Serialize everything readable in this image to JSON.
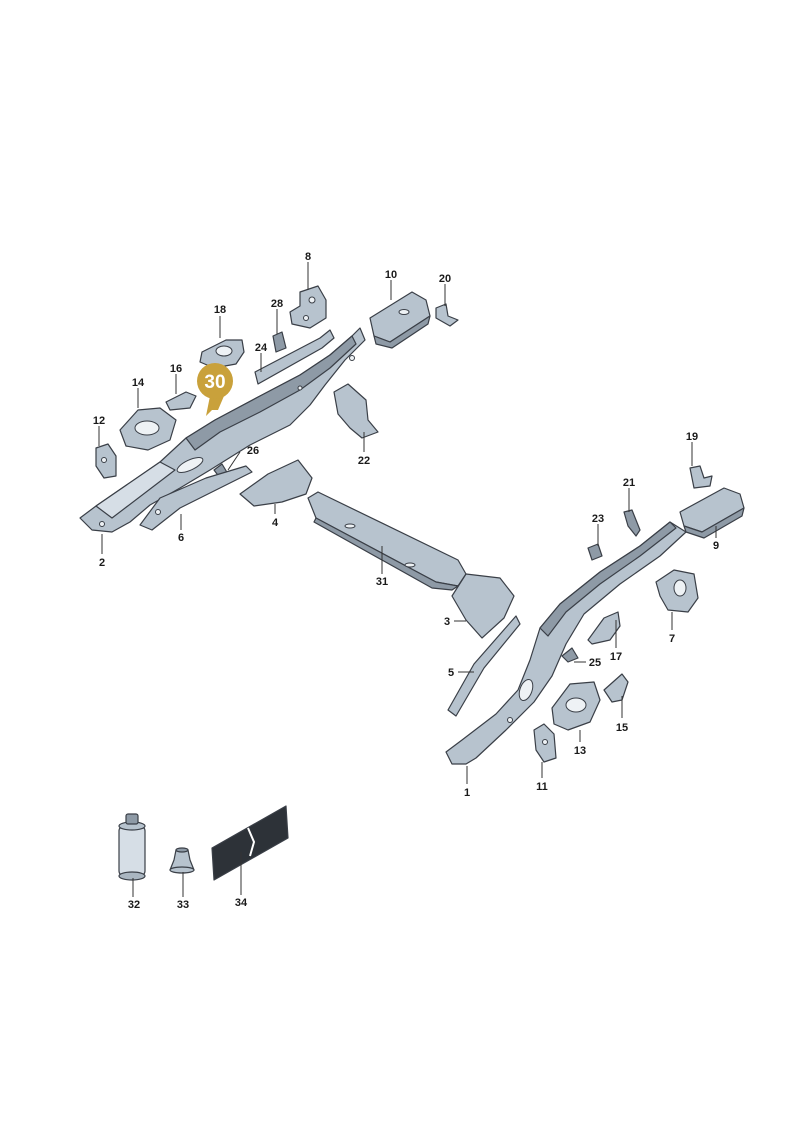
{
  "highlight": {
    "label": "30",
    "color": "#c9a13b"
  },
  "callouts": [
    {
      "key": "c1",
      "label": "1"
    },
    {
      "key": "c2",
      "label": "2"
    },
    {
      "key": "c3",
      "label": "3"
    },
    {
      "key": "c4",
      "label": "4"
    },
    {
      "key": "c5",
      "label": "5"
    },
    {
      "key": "c6",
      "label": "6"
    },
    {
      "key": "c7",
      "label": "7"
    },
    {
      "key": "c8",
      "label": "8"
    },
    {
      "key": "c9",
      "label": "9"
    },
    {
      "key": "c10",
      "label": "10"
    },
    {
      "key": "c11",
      "label": "11"
    },
    {
      "key": "c12",
      "label": "12"
    },
    {
      "key": "c13",
      "label": "13"
    },
    {
      "key": "c14",
      "label": "14"
    },
    {
      "key": "c15",
      "label": "15"
    },
    {
      "key": "c16",
      "label": "16"
    },
    {
      "key": "c17",
      "label": "17"
    },
    {
      "key": "c18",
      "label": "18"
    },
    {
      "key": "c19",
      "label": "19"
    },
    {
      "key": "c20",
      "label": "20"
    },
    {
      "key": "c21",
      "label": "21"
    },
    {
      "key": "c22",
      "label": "22"
    },
    {
      "key": "c23",
      "label": "23"
    },
    {
      "key": "c24",
      "label": "24"
    },
    {
      "key": "c25",
      "label": "25"
    },
    {
      "key": "c26",
      "label": "26"
    },
    {
      "key": "c28",
      "label": "28"
    },
    {
      "key": "c31",
      "label": "31"
    },
    {
      "key": "c32",
      "label": "32"
    },
    {
      "key": "c33",
      "label": "33"
    },
    {
      "key": "c34",
      "label": "34"
    }
  ],
  "colors": {
    "part": "#b7c3ce",
    "outline": "#3a3f47",
    "background": "#ffffff"
  }
}
